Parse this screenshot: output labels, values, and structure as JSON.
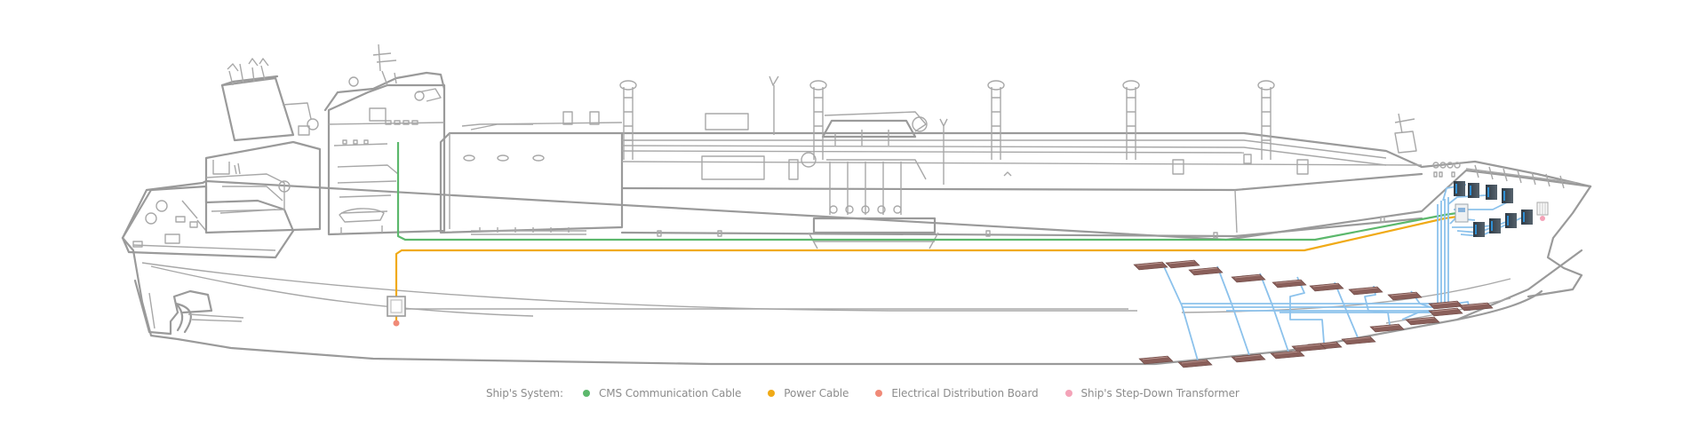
{
  "diagram": {
    "subject": "LNG carrier ship electrical system illustration",
    "components": {
      "distribution_board_marker": "electrical-distribution-board",
      "transformer_marker": "ships-step-down-transformer",
      "cabinet_count_upper": 4,
      "cabinet_count_lower": 4,
      "heater_pad_count": 20
    }
  },
  "legend": {
    "title": "Ship's System:",
    "items": [
      {
        "label": "CMS Communication Cable",
        "color": "#5cb86c",
        "icon": "dot"
      },
      {
        "label": "Power Cable",
        "color": "#f0aa16",
        "icon": "dot"
      },
      {
        "label": "Electrical Distribution Board",
        "color": "#f08a78",
        "icon": "dot"
      },
      {
        "label": "Ship's Step-Down Transformer",
        "color": "#f4a3b8",
        "icon": "dot"
      }
    ]
  },
  "colors": {
    "outline": "#9a9a9a",
    "cms_cable": "#5cb86c",
    "power_cable": "#f0aa16",
    "heating_cable": "#8cc2ec",
    "heater_pad": "#8a5f5a",
    "cabinet": "#3e4a54",
    "distribution_board": "#f08a78",
    "transformer": "#f4a3b8",
    "legend_text": "#8c8c8c"
  }
}
